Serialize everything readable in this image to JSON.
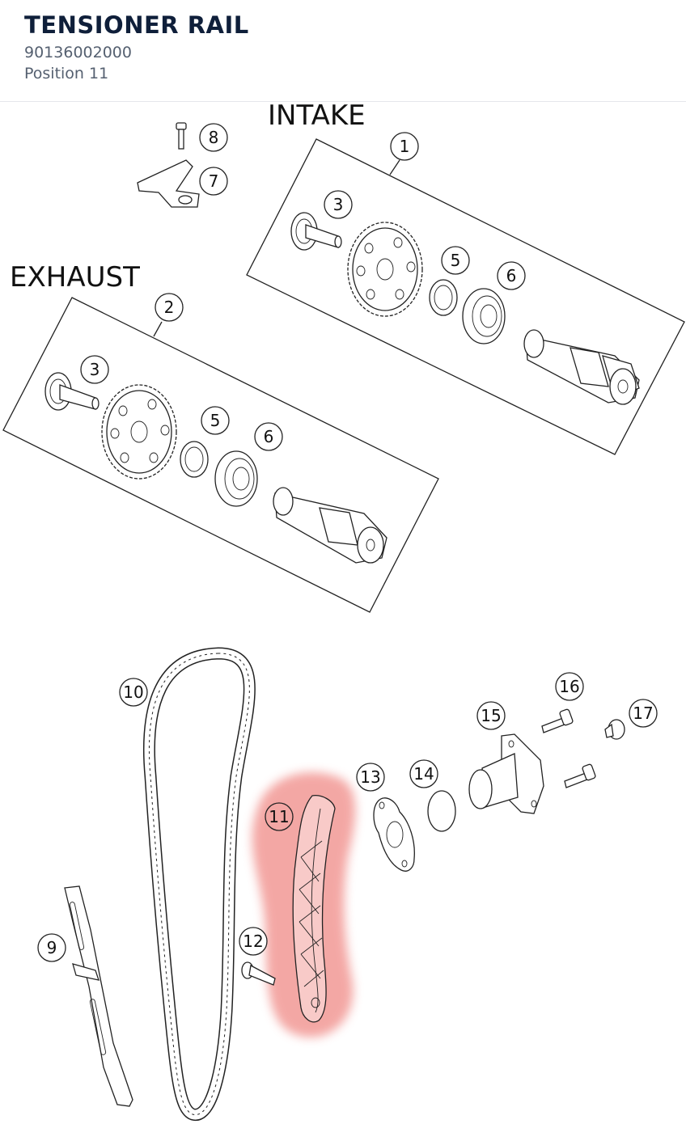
{
  "header": {
    "title": "TENSIONER RAIL",
    "part_number": "90136002000",
    "position": "Position 11"
  },
  "diagram": {
    "group_labels": {
      "intake": "INTAKE",
      "exhaust": "EXHAUST"
    },
    "callouts": {
      "c1": "1",
      "c2": "2",
      "c3a": "3",
      "c3b": "3",
      "c5a": "5",
      "c5b": "5",
      "c6a": "6",
      "c6b": "6",
      "c7": "7",
      "c8": "8",
      "c9": "9",
      "c10": "10",
      "c11": "11",
      "c12": "12",
      "c13": "13",
      "c14": "14",
      "c15": "15",
      "c16": "16",
      "c17": "17"
    },
    "highlighted_position": "11",
    "highlight_color": "#f08a86"
  }
}
